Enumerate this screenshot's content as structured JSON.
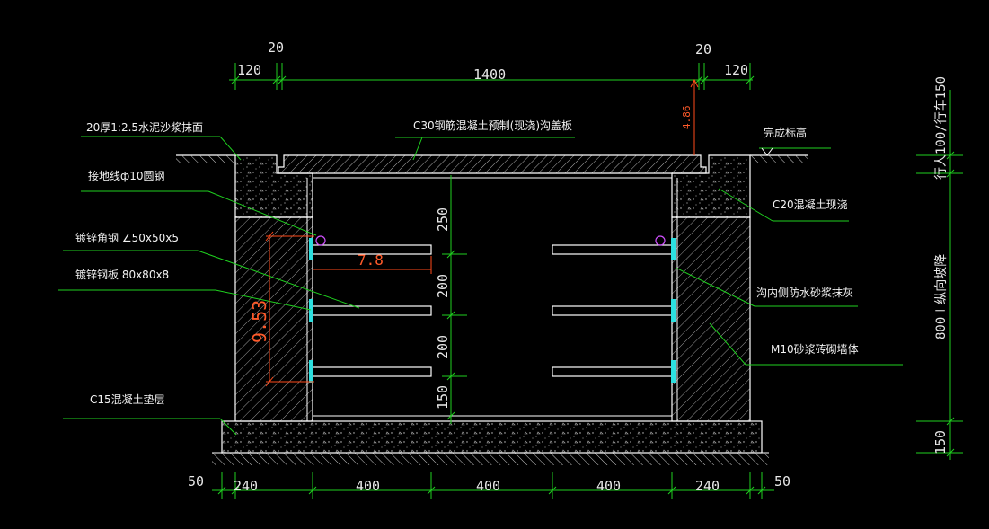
{
  "dimensions": {
    "top_left_gap": "20",
    "top_right_gap": "20",
    "top_left_wall": "120",
    "top_span": "1400",
    "top_right_wall": "120",
    "bottom_left_margin": "50",
    "bottom_left_wall": "240",
    "bottom_span_1": "400",
    "bottom_span_2": "400",
    "bottom_span_3": "400",
    "bottom_right_wall": "240",
    "bottom_right_margin": "50",
    "vertical_1": "250",
    "vertical_2": "200",
    "vertical_3": "200",
    "vertical_4": "150",
    "right_top": "行人100/行车150",
    "right_mid": "800＋纵向坡降",
    "right_bottom": "150"
  },
  "measurements": {
    "horizontal": "7.8",
    "vertical": "9.53",
    "cover_gap": "4.86"
  },
  "labels": {
    "plaster": "20厚1:2.5水泥沙浆抹面",
    "cover_slab": "C30钢筋混凝土预制(现浇)沟盖板",
    "finished_grade": "完成标高",
    "ground_wire": "接地线ф10圆钢",
    "angle_steel": "镀锌角钢 ∠50x50x5",
    "steel_plate": "镀锌钢板 80x80x8",
    "c20": "C20混凝土现浇",
    "waterproof": "沟内侧防水砂浆抹灰",
    "masonry": "M10砂浆砖砌墙体",
    "c15": "C15混凝土垫层"
  }
}
